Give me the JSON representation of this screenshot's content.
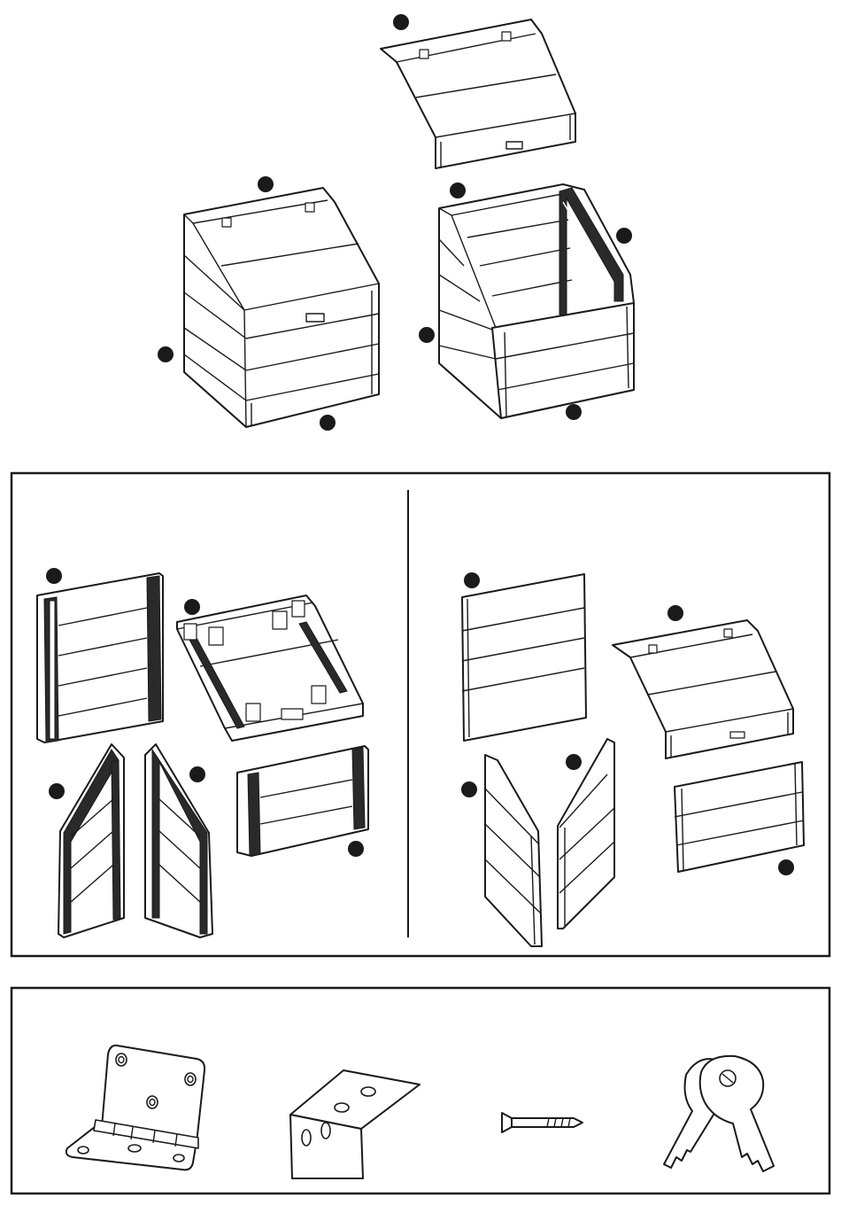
{
  "diagram": {
    "callout_labels": [],
    "colors": {
      "line": "#1a1a1a",
      "fill": "#ffffff",
      "marker": "#1a1a1a"
    },
    "parts": {
      "assembled": [
        "lid-assembled",
        "bin-closed",
        "bin-open"
      ],
      "bin_variant_left": [
        "back-panel-framed",
        "lid-underside",
        "side-panel-left-framed",
        "side-panel-right-framed",
        "front-panel-framed"
      ],
      "bin_variant_right": [
        "back-panel-plain",
        "lid-top",
        "side-panel-left-plain",
        "side-panel-right-plain",
        "front-panel-plain"
      ],
      "hardware": [
        "hinge-icon",
        "angle-bracket-icon",
        "screw-icon",
        "keys-icon"
      ]
    }
  }
}
